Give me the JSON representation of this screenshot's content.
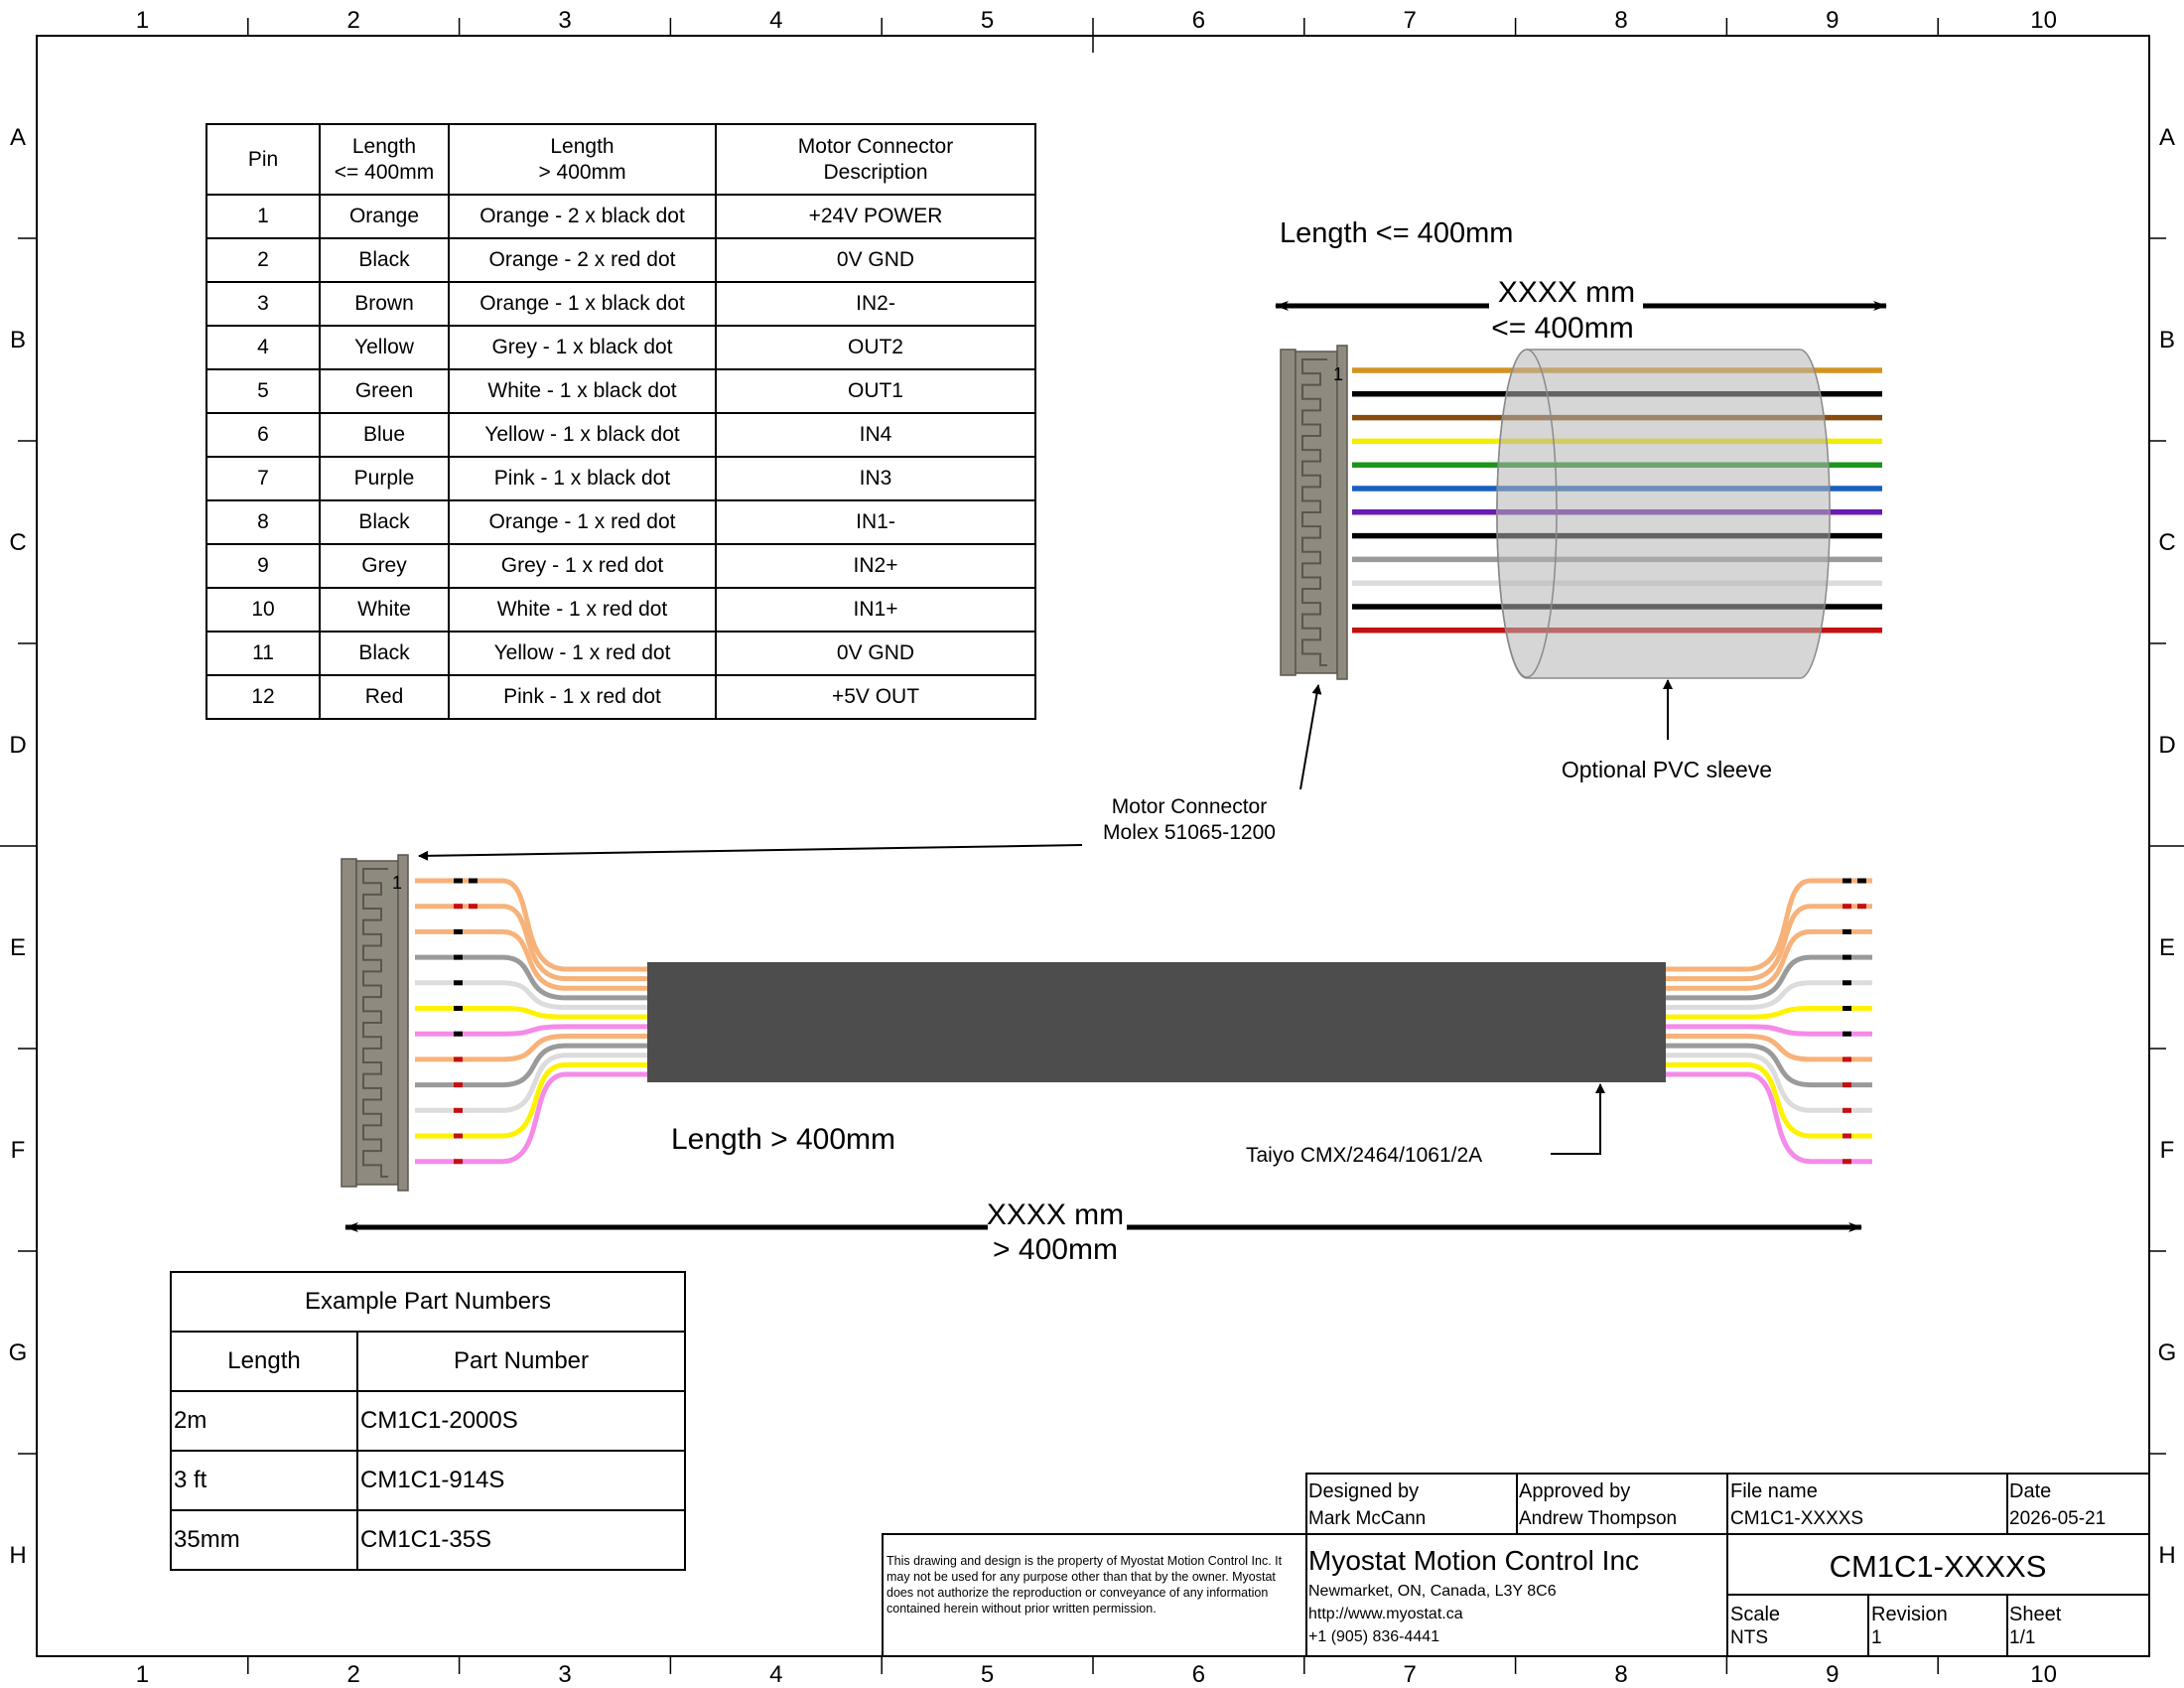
{
  "border": {
    "columns": [
      "1",
      "2",
      "3",
      "4",
      "5",
      "6",
      "7",
      "8",
      "9",
      "10"
    ],
    "rows": [
      "A",
      "B",
      "C",
      "D",
      "E",
      "F",
      "G",
      "H"
    ]
  },
  "pin_table": {
    "headers": [
      "Pin",
      "Length\n<= 400mm",
      "Length\n> 400mm",
      "Motor Connector\nDescription"
    ],
    "rows": [
      [
        "1",
        "Orange",
        "Orange - 2 x black dot",
        "+24V POWER"
      ],
      [
        "2",
        "Black",
        "Orange - 2 x red dot",
        "0V GND"
      ],
      [
        "3",
        "Brown",
        "Orange - 1 x black dot",
        "IN2-"
      ],
      [
        "4",
        "Yellow",
        "Grey - 1 x black dot",
        "OUT2"
      ],
      [
        "5",
        "Green",
        "White - 1 x black dot",
        "OUT1"
      ],
      [
        "6",
        "Blue",
        "Yellow - 1 x black dot",
        "IN4"
      ],
      [
        "7",
        "Purple",
        "Pink - 1 x black dot",
        "IN3"
      ],
      [
        "8",
        "Black",
        "Orange - 1 x red dot",
        "IN1-"
      ],
      [
        "9",
        "Grey",
        "Grey - 1 x red dot",
        "IN2+"
      ],
      [
        "10",
        "White",
        "White - 1 x red dot",
        "IN1+"
      ],
      [
        "11",
        "Black",
        "Yellow - 1 x red dot",
        "0V GND"
      ],
      [
        "12",
        "Red",
        "Pink - 1 x red dot",
        "+5V OUT"
      ]
    ]
  },
  "short_cable": {
    "title": "Length <= 400mm",
    "dimension_line1": "XXXX mm",
    "dimension_line2": "<= 400mm",
    "sleeve_label": "Optional PVC sleeve",
    "pin_mark": "1",
    "wire_colors": [
      "#d4931f",
      "#000000",
      "#8a4b0e",
      "#f2ee00",
      "#1a951a",
      "#1560c0",
      "#6a1bb0",
      "#000000",
      "#9a9a9a",
      "#dcdcdc",
      "#000000",
      "#c41010"
    ]
  },
  "connector_label": {
    "line1": "Motor Connector",
    "line2": "Molex 51065-1200"
  },
  "long_cable": {
    "title": "Length > 400mm",
    "dimension_line1": "XXXX mm",
    "dimension_line2": "> 400mm",
    "cable_label": "Taiyo CMX/2464/1061/2A",
    "pin_mark": "1",
    "cable_color": "#4d4d4d",
    "wires": [
      {
        "color": "#f7b27a",
        "dots": [
          "#000000",
          "#000000"
        ]
      },
      {
        "color": "#f7b27a",
        "dots": [
          "#c41010",
          "#c41010"
        ]
      },
      {
        "color": "#f7b27a",
        "dots": [
          "#000000"
        ]
      },
      {
        "color": "#9a9a9a",
        "dots": [
          "#000000"
        ]
      },
      {
        "color": "#dcdcdc",
        "dots": [
          "#000000"
        ]
      },
      {
        "color": "#fff200",
        "dots": [
          "#000000"
        ]
      },
      {
        "color": "#f58ae8",
        "dots": [
          "#000000"
        ]
      },
      {
        "color": "#f7b27a",
        "dots": [
          "#c41010"
        ]
      },
      {
        "color": "#9a9a9a",
        "dots": [
          "#c41010"
        ]
      },
      {
        "color": "#dcdcdc",
        "dots": [
          "#c41010"
        ]
      },
      {
        "color": "#fff200",
        "dots": [
          "#c41010"
        ]
      },
      {
        "color": "#f58ae8",
        "dots": [
          "#c41010"
        ]
      }
    ]
  },
  "part_numbers": {
    "title": "Example Part Numbers",
    "headers": [
      "Length",
      "Part Number"
    ],
    "rows": [
      [
        "2m",
        "CM1C1-2000S"
      ],
      [
        "3 ft",
        "CM1C1-914S"
      ],
      [
        "35mm",
        "CM1C1-35S"
      ]
    ]
  },
  "title_block": {
    "designed_by_label": "Designed by",
    "designed_by": "Mark McCann",
    "approved_by_label": "Approved by",
    "approved_by": "Andrew Thompson",
    "file_name_label": "File name",
    "file_name": "CM1C1-XXXXS",
    "date_label": "Date",
    "date": "2026-05-21",
    "company": "Myostat Motion Control Inc",
    "address": "Newmarket, ON, Canada, L3Y 8C6",
    "website": "http://www.myostat.ca",
    "phone": "+1 (905) 836-4441",
    "drawing_number": "CM1C1-XXXXS",
    "scale_label": "Scale",
    "scale": "NTS",
    "revision_label": "Revision",
    "revision": "1",
    "sheet_label": "Sheet",
    "sheet": "1/1",
    "disclaimer": "This drawing and design is the property of Myostat Motion Control Inc. It may not be used for any purpose other than that by the owner. Myostat does not authorize the reproduction or conveyance of any information contained herein without prior written permission."
  }
}
